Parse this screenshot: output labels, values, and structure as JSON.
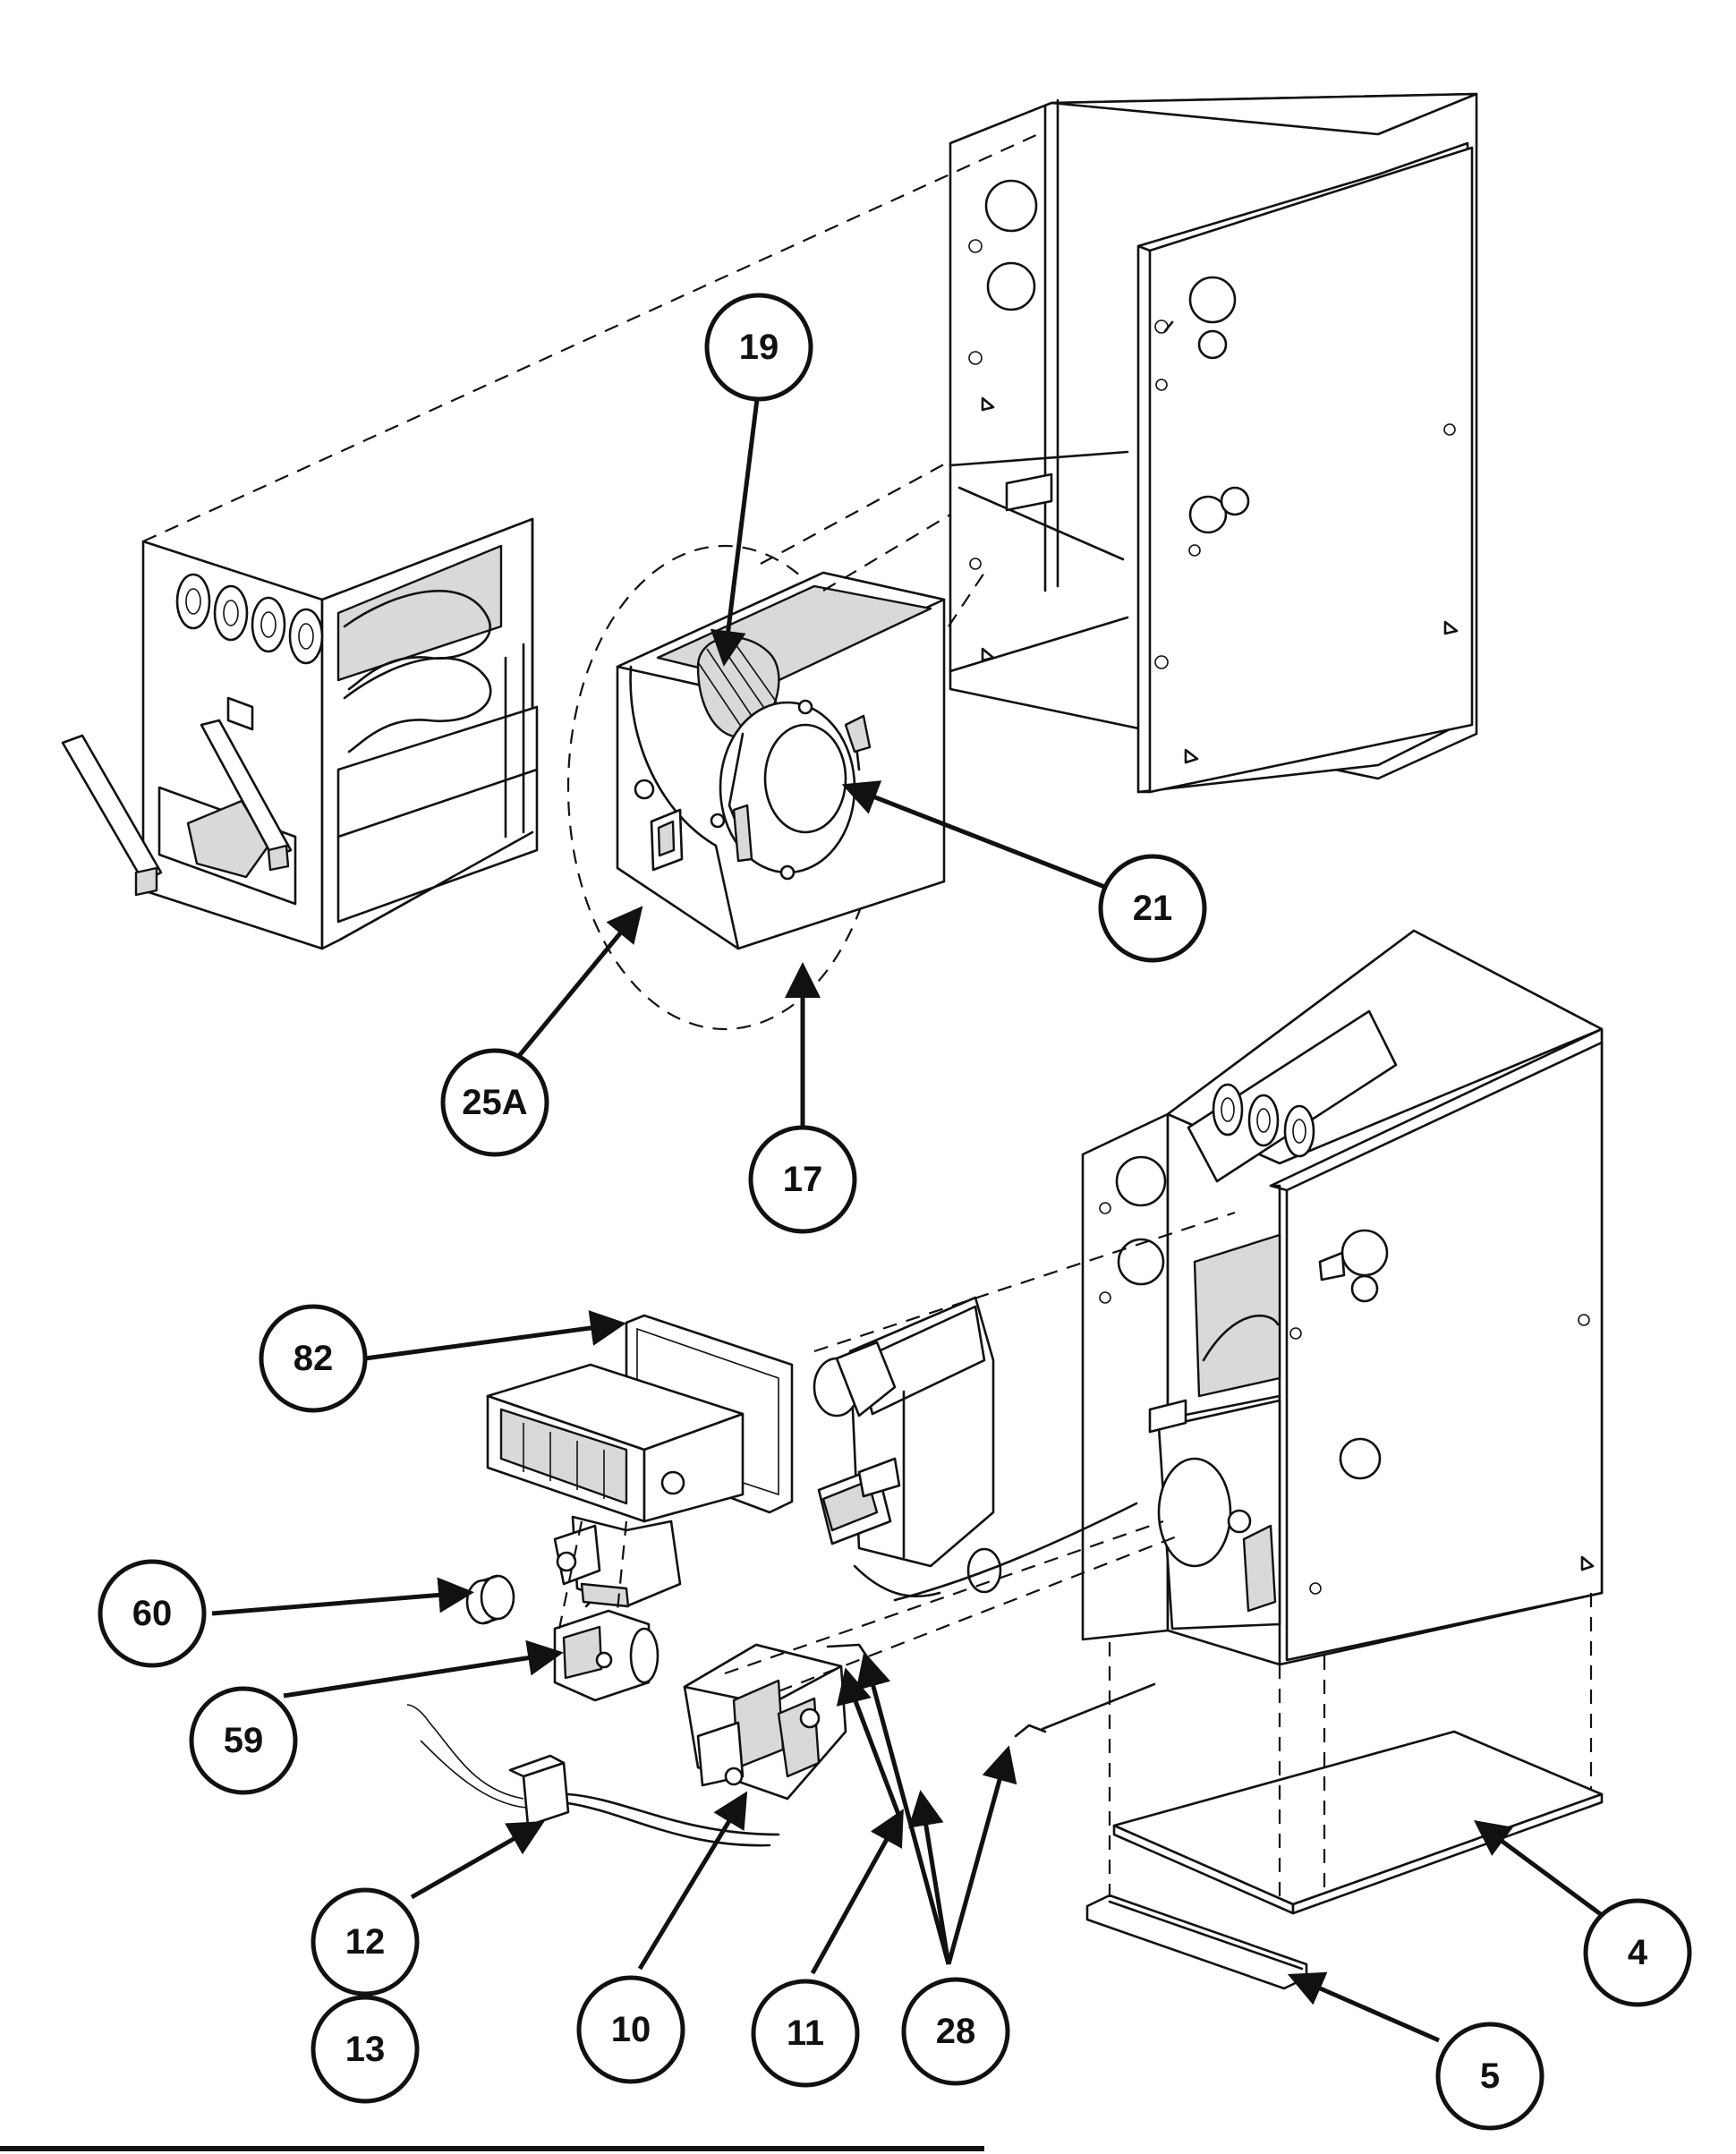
{
  "callouts": {
    "c19": "19",
    "c21": "21",
    "c25a": "25A",
    "c17": "17",
    "c82": "82",
    "c60": "60",
    "c59": "59",
    "c12": "12",
    "c13": "13",
    "c10": "10",
    "c11": "11",
    "c28": "28",
    "c4": "4",
    "c5": "5"
  },
  "colors": {
    "line": "#111111",
    "background": "#ffffff"
  }
}
